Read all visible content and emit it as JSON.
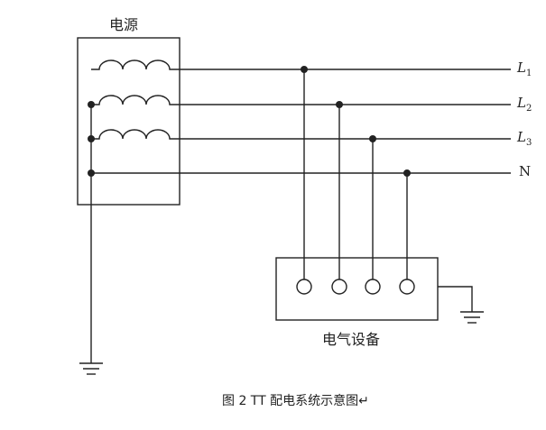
{
  "diagram": {
    "source_label": "电源",
    "equipment_label": "电气设备",
    "lines": [
      {
        "letter": "L",
        "sub": "1"
      },
      {
        "letter": "L",
        "sub": "2"
      },
      {
        "letter": "L",
        "sub": "3"
      },
      {
        "letter": "N",
        "sub": ""
      }
    ],
    "caption": "图 2 TT 配电系统示意图↵"
  }
}
